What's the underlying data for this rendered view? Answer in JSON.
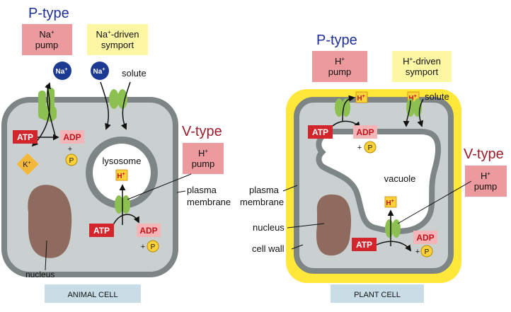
{
  "colors": {
    "cytoplasm": "#c9d0cf",
    "membrane": "#7d8585",
    "cell_wall": "#ffe83a",
    "nucleus": "#8f6a5e",
    "pump_green": "#8cc152",
    "atp_red": "#d2262c",
    "adp_pink": "#f3b5b7",
    "label_pink": "#ec9a9e",
    "label_yellow": "#fdf6a2",
    "ion_blue": "#1d3a93",
    "phosphate_yellow": "#ffd23c",
    "caption_bg": "#c9dde6",
    "ptype_text": "#1f2f9a",
    "vtype_text": "#9b1c2a"
  },
  "animal": {
    "ptype_title": "P-type",
    "na_pump": {
      "line1": "Na",
      "sup": "+",
      "line2": "pump"
    },
    "na_symport": {
      "line1": "Na",
      "sup": "+",
      "line1b": "-driven",
      "line2": "symport"
    },
    "na_ion": {
      "text": "Na",
      "sup": "+"
    },
    "solute": "solute",
    "k_ion": {
      "text": "K",
      "sup": "+"
    },
    "atp": "ATP",
    "adp": "ADP",
    "plus": "+",
    "p": "P",
    "lysosome": "lysosome",
    "h_badge": {
      "text": "H",
      "sup": "+"
    },
    "vtype_title": "V-type",
    "h_pump": {
      "line1": "H",
      "sup": "+",
      "line2": "pump"
    },
    "plasma_membrane": {
      "line1": "plasma",
      "line2": "membrane"
    },
    "nucleus": "nucleus",
    "caption": "ANIMAL CELL"
  },
  "plant": {
    "ptype_title": "P-type",
    "h_pump": {
      "line1": "H",
      "sup": "+",
      "line2": "pump"
    },
    "h_symport": {
      "line1": "H",
      "sup": "+",
      "line1b": "-driven",
      "line2": "symport"
    },
    "h_badge": {
      "text": "H",
      "sup": "+"
    },
    "solute": "solute",
    "atp": "ATP",
    "adp": "ADP",
    "plus": "+",
    "p": "P",
    "vtype_title": "V-type",
    "v_pump": {
      "line1": "H",
      "sup": "+",
      "line2": "pump"
    },
    "vacuole": "vacuole",
    "plasma_membrane": {
      "line1": "plasma",
      "line2": "membrane"
    },
    "nucleus": "nucleus",
    "cell_wall": "cell wall",
    "caption": "PLANT CELL"
  }
}
